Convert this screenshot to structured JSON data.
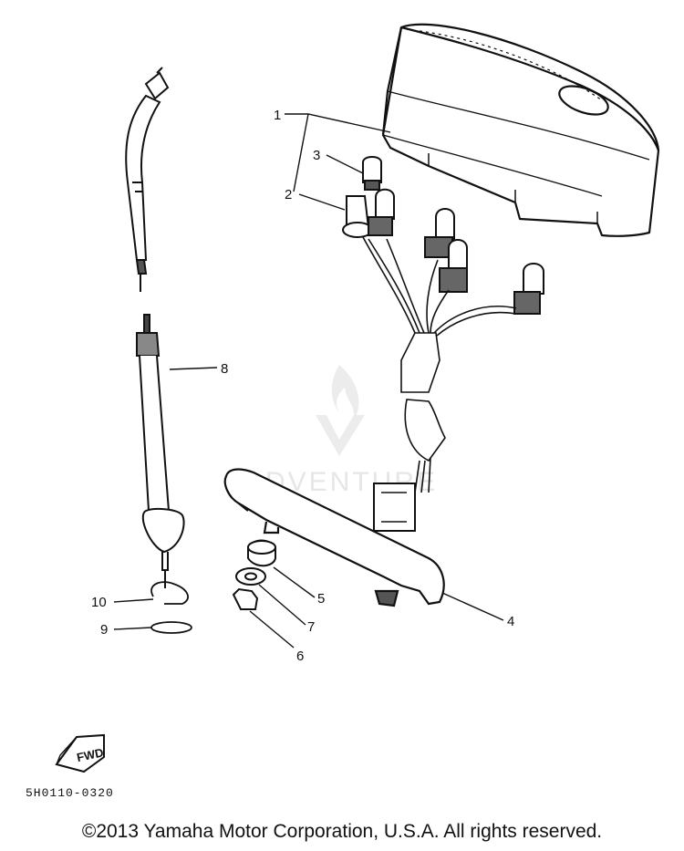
{
  "diagram": {
    "callouts": [
      {
        "id": "1",
        "label": "1"
      },
      {
        "id": "2",
        "label": "2"
      },
      {
        "id": "3",
        "label": "3"
      },
      {
        "id": "4",
        "label": "4"
      },
      {
        "id": "5",
        "label": "5"
      },
      {
        "id": "6",
        "label": "6"
      },
      {
        "id": "7",
        "label": "7"
      },
      {
        "id": "8",
        "label": "8"
      },
      {
        "id": "9",
        "label": "9"
      },
      {
        "id": "10",
        "label": "10"
      }
    ],
    "fwd_label": "FWD",
    "part_code": "5H0110-0320",
    "watermark": "ADVENTURE",
    "copyright": "©2013 Yamaha Motor Corporation, U.S.A. All rights reserved."
  }
}
